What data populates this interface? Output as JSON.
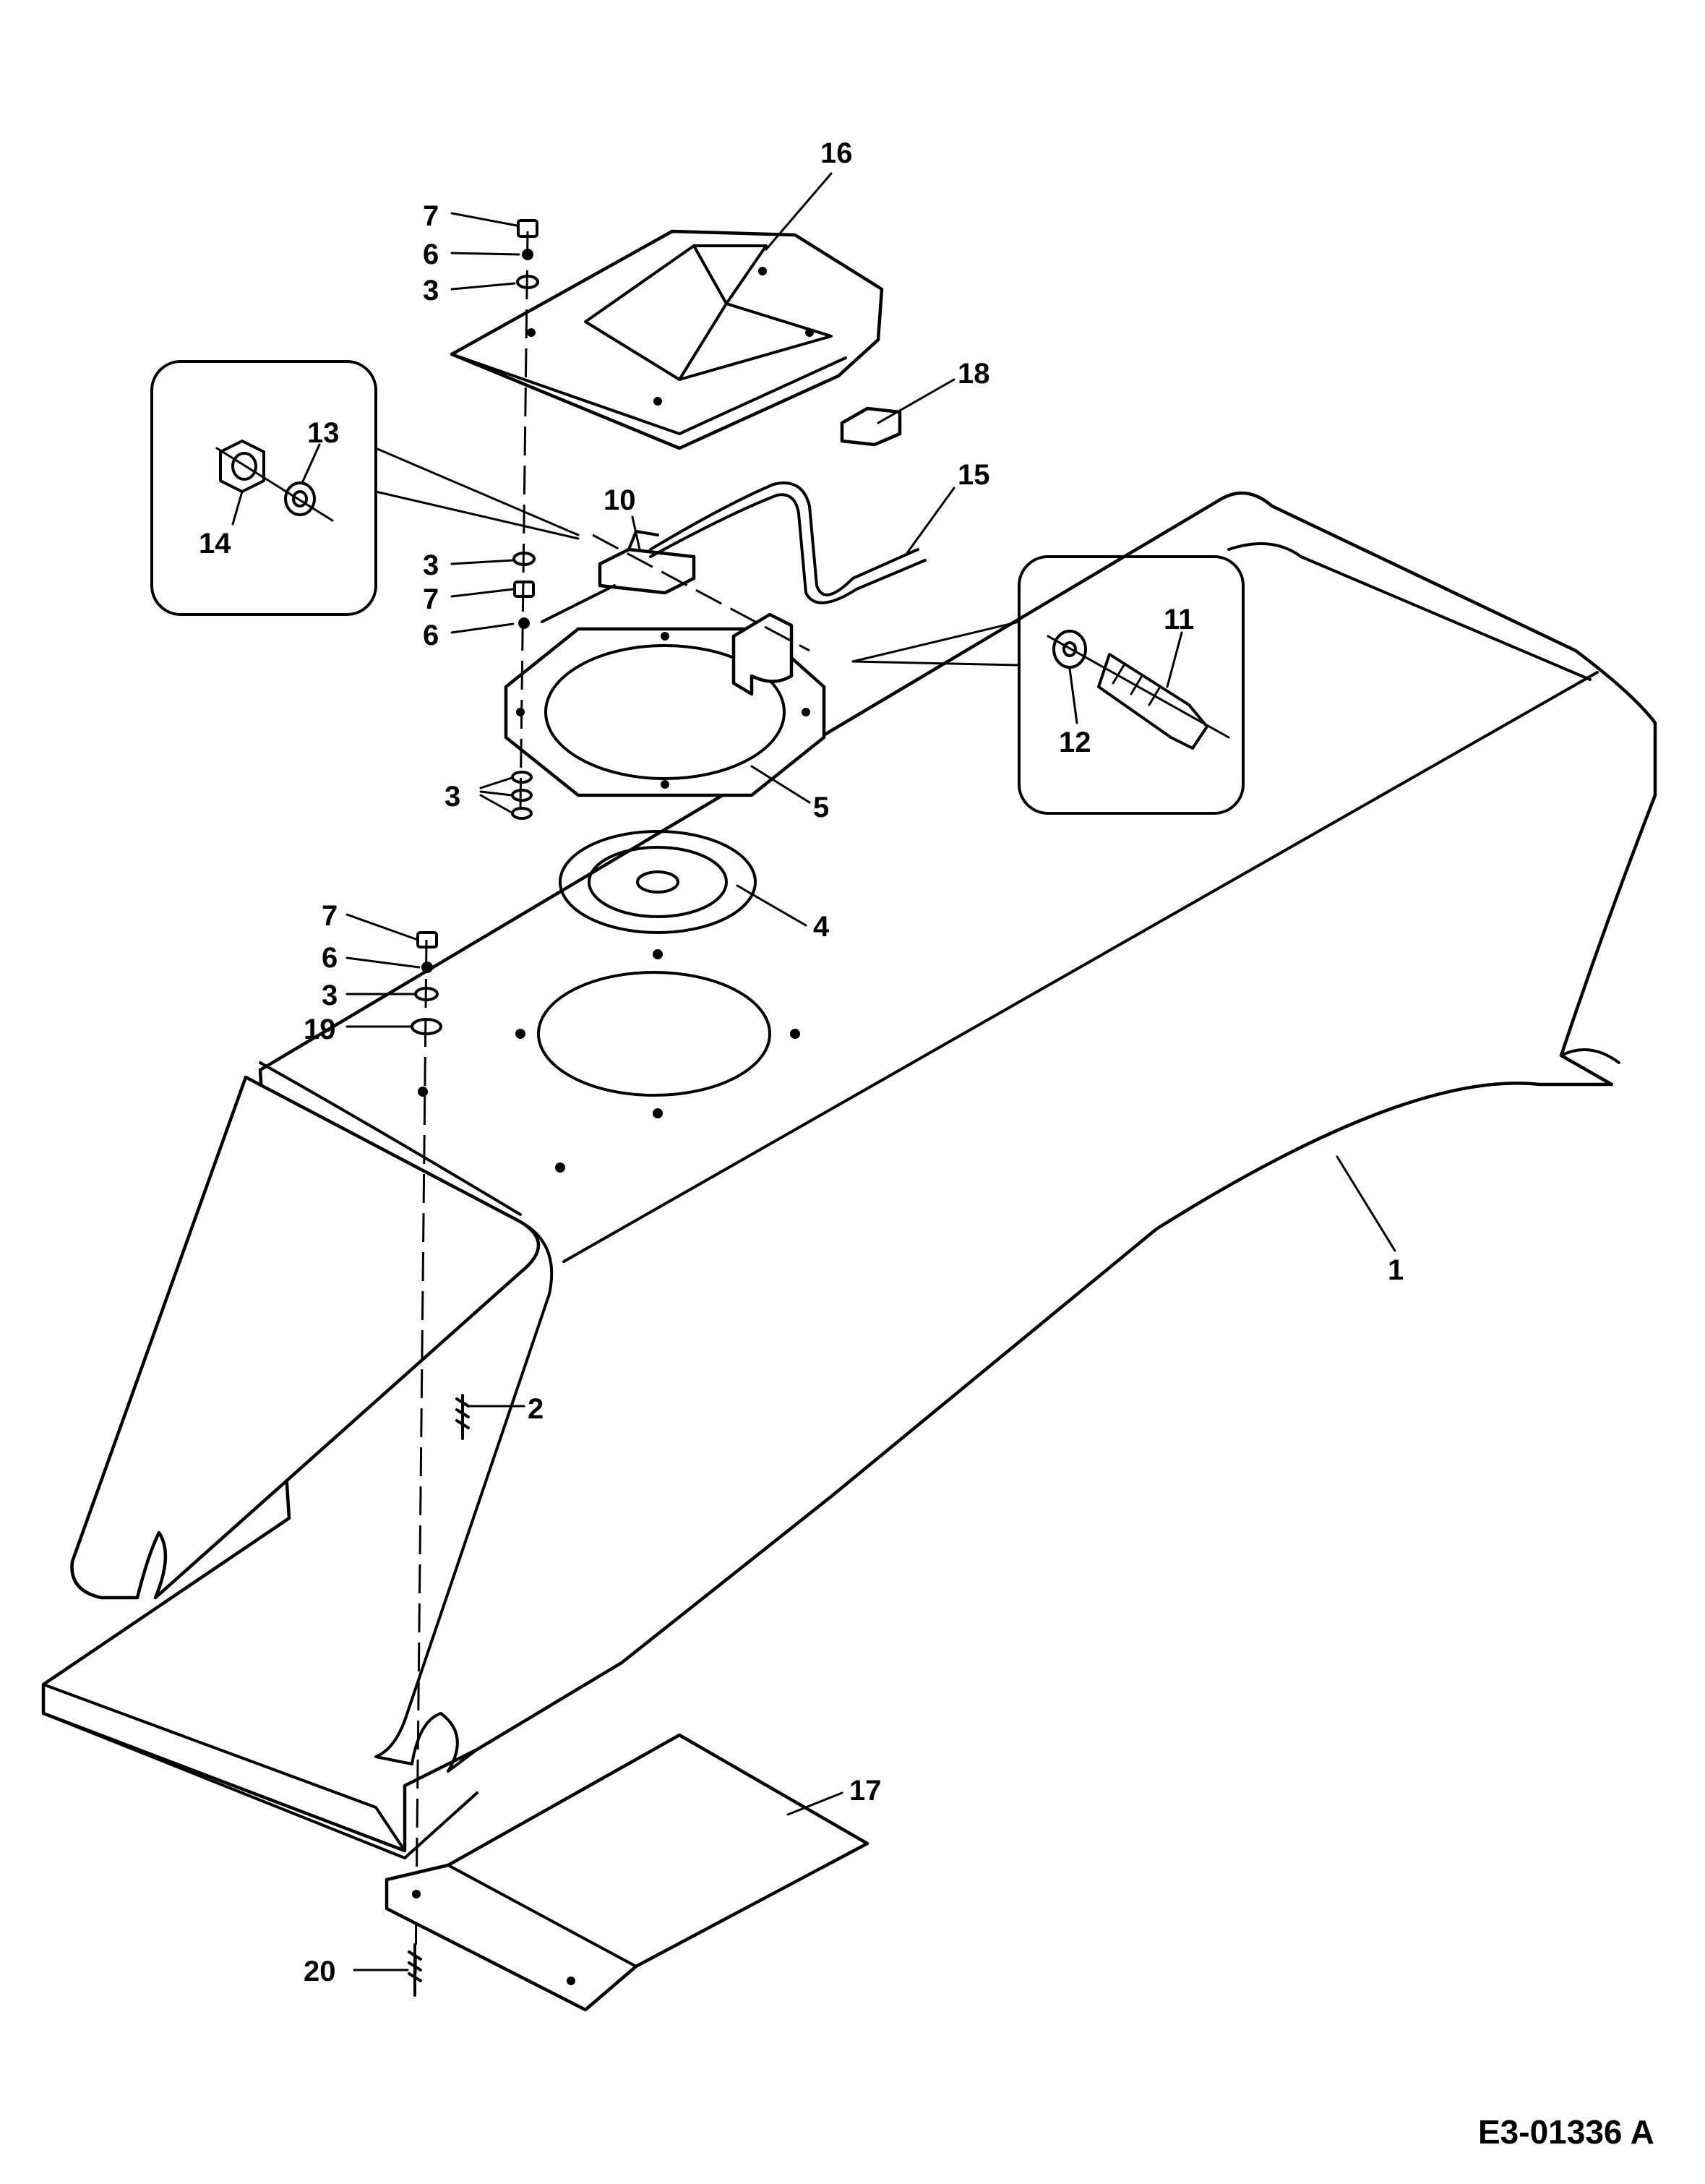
{
  "drawing_code": "E3-01336 A",
  "callouts": {
    "c16": "16",
    "c7a": "7",
    "c6a": "6",
    "c3a": "3",
    "c18": "18",
    "c13": "13",
    "c14": "14",
    "c10": "10",
    "c15": "15",
    "c3b": "3",
    "c7b": "7",
    "c6b": "6",
    "c11": "11",
    "c12": "12",
    "c3c": "3",
    "c5": "5",
    "c4": "4",
    "c7c": "7",
    "c6c": "6",
    "c3d": "3",
    "c19": "19",
    "c1": "1",
    "c2": "2",
    "c17": "17",
    "c20": "20"
  }
}
